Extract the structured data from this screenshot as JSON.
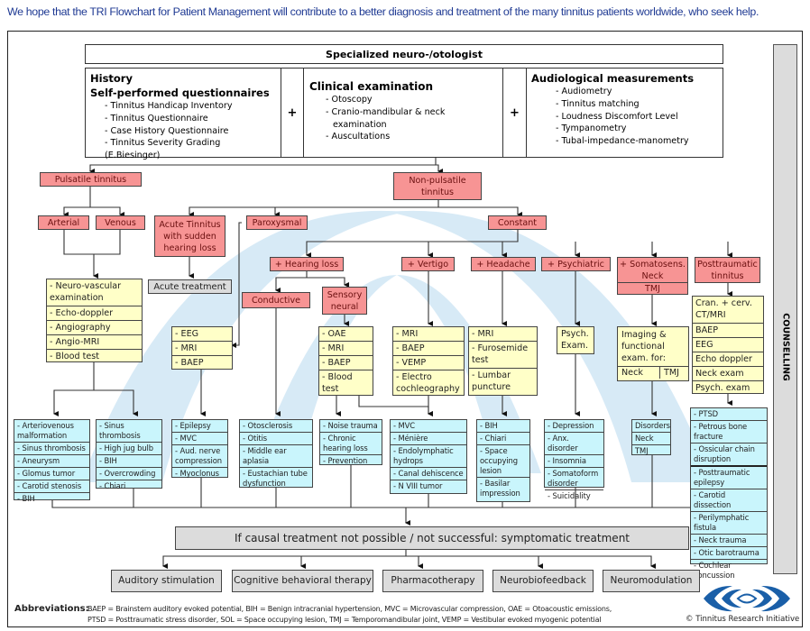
{
  "intro_text": "We hope that the TRI Flowchart for Patient Management will contribute to a better diagnosis and treatment of the many tinnitus patients worldwide, who seek help.",
  "header": {
    "title": "Specialized neuro-/otologist",
    "history": {
      "title1": "History",
      "title2": "Self-performed questionnaires",
      "items": [
        "- Tinnitus Handicap Inventory",
        "- Tinnitus Questionnaire",
        "- Case History Questionnaire",
        "- Tinnitus Severity Grading (E.Biesinger)"
      ]
    },
    "plus": "+",
    "clinical": {
      "title": "Clinical examination",
      "items": [
        "- Otoscopy",
        "- Cranio-mandibular & neck",
        "examination",
        "- Auscultations"
      ]
    },
    "audio": {
      "title": "Audiological measurements",
      "items": [
        "- Audiometry",
        "- Tinnitus matching",
        "- Loudness Discomfort Level",
        "- Tympanometry",
        "- Tubal-impedance-manometry"
      ]
    }
  },
  "nodes": {
    "pulsatile": "Pulsatile tinnitus",
    "arterial": "Arterial",
    "venous": "Venous",
    "non_pulsatile": [
      "Non-pulsatile",
      "tinnitus"
    ],
    "acute": [
      "Acute Tinnitus",
      "with sudden",
      "hearing loss"
    ],
    "acute_treatment": "Acute treatment",
    "paroxysmal": "Paroxysmal",
    "constant": "Constant",
    "hearing_loss": "+ Hearing loss",
    "conductive": "Conductive",
    "sensory": [
      "Sensory",
      "neural"
    ],
    "vertigo": "+ Vertigo",
    "headache": "+ Headache",
    "psychiatric": "+ Psychiatric",
    "somato": [
      "+ Somatosens.",
      "Neck"
    ],
    "somato_tmj": "TMJ",
    "posttraumatic": [
      "Posttraumatic",
      "tinnitus"
    ]
  },
  "exams": {
    "vascular": [
      "- Neuro-vascular examination",
      "- Echo-doppler",
      "- Angiography",
      "- Angio-MRI",
      "- Blood test"
    ],
    "paroxysmal": [
      "- EEG",
      "- MRI",
      "- BAEP"
    ],
    "sensory": [
      "- OAE",
      "- MRI",
      "- BAEP",
      "- Blood test"
    ],
    "vertigo": [
      "- MRI",
      "- BAEP",
      "- VEMP",
      "- Electro cochleography"
    ],
    "headache": [
      "- MRI",
      "- Furosemide test",
      "- Lumbar puncture"
    ],
    "psych": "Psych. Exam.",
    "somato": "Imaging & functional exam. for:",
    "somato_split": [
      "Neck",
      "TMJ"
    ],
    "posttraumatic": [
      "Cran. + cerv. CT/MRI",
      "BAEP",
      "EEG",
      "Echo doppler",
      "Neck exam",
      "Psych. exam"
    ]
  },
  "diagnoses": {
    "arterial": [
      "- Arteriovenous malformation",
      "- Sinus thrombosis",
      "- Aneurysm",
      "- Glomus tumor",
      "- Carotid stenosis",
      "- BIH"
    ],
    "venous": [
      "- Sinus thrombosis",
      "- High jug bulb",
      "- BIH",
      "- Overcrowding",
      "- Chiari"
    ],
    "paroxysmal": [
      "- Epilepsy",
      "- MVC",
      "- Aud. nerve compression",
      "- Myoclonus"
    ],
    "conductive": [
      "- Otosclerosis",
      "- Otitis",
      "- Middle ear aplasia",
      "- Eustachian tube dysfunction"
    ],
    "sensory": [
      "- Noise trauma",
      "- Chronic hearing loss",
      "- Prevention"
    ],
    "vertigo": [
      "- MVC",
      "- Ménière",
      "- Endolymphatic hydrops",
      "- Canal dehiscence",
      "- N VIII tumor"
    ],
    "headache": [
      "- BIH",
      "- Chiari",
      "- Space occupying lesion",
      "- Basilar impression"
    ],
    "psychiatric": [
      "- Depression",
      "- Anx. disorder",
      "- Insomnia",
      "- Somatoform disorder",
      "- Suicidality"
    ],
    "somato": [
      "Disorders",
      "Neck",
      "TMJ"
    ],
    "posttraumatic": [
      "- PTSD",
      "- Petrous bone fracture",
      "- Ossicular chain disruption",
      "- Posttraumatic epilepsy",
      "- Carotid dissection",
      "- Perilymphatic fistula",
      "- Neck trauma",
      "- Otic barotrauma",
      "- Cochlear concussion"
    ]
  },
  "symptomatic": "If causal treatment not possible / not successful: symptomatic treatment",
  "treatments": [
    "Auditory stimulation",
    "Cognitive behavioral therapy",
    "Pharmacotherapy",
    "Neurobiofeedback",
    "Neuromodulation"
  ],
  "counselling": "COUNSELLING",
  "abbreviations": {
    "label": "Abbreviations:",
    "line1": "BAEP = Brainstem auditory evoked potential, BIH = Benign intracranial hypertension, MVC = Microvascular compression, OAE = Otoacoustic emissions,",
    "line2": "PTSD = Posttraumatic stress disorder, SOL = Space occupying lesion, TMJ = Temporomandibular joint, VEMP = Vestibular evoked myogenic potential"
  },
  "copyright": "© Tinnitus Research Initiative",
  "colors": {
    "pink": "#f79494",
    "yellow": "#ffffc8",
    "cyan": "#c9f5fc",
    "gray": "#dcdcdc",
    "intro": "#1f3a93",
    "logo": "#1a5fa8"
  }
}
